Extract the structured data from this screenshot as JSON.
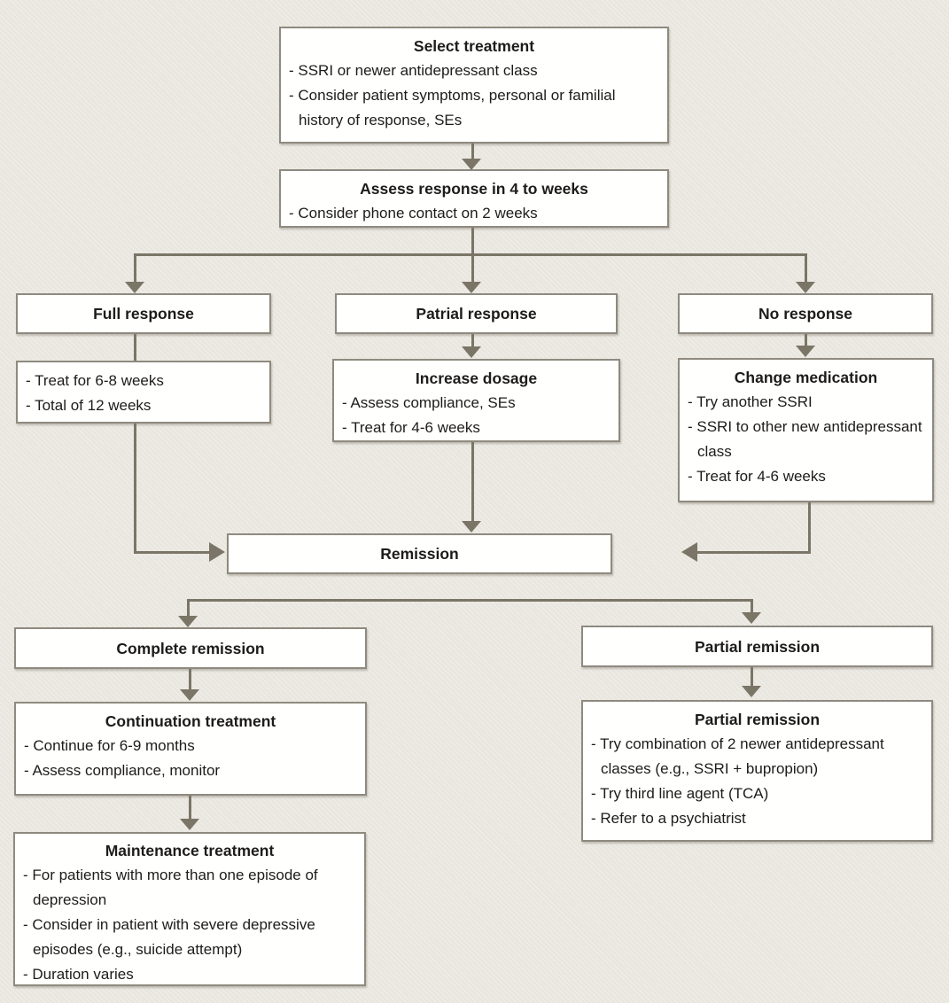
{
  "palette": {
    "background": "#e9e6df",
    "box_fill": "#fffffe",
    "box_border": "#8f8a7f",
    "connector": "#7b7567",
    "text": "#1d1c1a"
  },
  "boxes": {
    "select_treatment": {
      "title": "Select treatment",
      "bullets": [
        "- SSRI or newer antidepressant class",
        "- Consider patient symptoms, personal or familial history of response, SEs"
      ]
    },
    "assess_response": {
      "title": "Assess response in 4 to weeks",
      "bullets": [
        "- Consider phone contact on 2 weeks"
      ]
    },
    "full_response": {
      "title": "Full response"
    },
    "full_response_plan": {
      "bullets": [
        "- Treat for 6-8 weeks",
        "- Total of 12 weeks"
      ]
    },
    "partial_response": {
      "title": "Patrial response"
    },
    "increase_dosage": {
      "title": "Increase dosage",
      "bullets": [
        "- Assess compliance, SEs",
        "- Treat for 4-6 weeks"
      ]
    },
    "no_response": {
      "title": "No response"
    },
    "change_medication": {
      "title": "Change medication",
      "bullets": [
        "- Try another SSRI",
        "- SSRI to other new antidepressant class",
        "- Treat for 4-6 weeks"
      ]
    },
    "remission": {
      "title": "Remission"
    },
    "complete_remission": {
      "title": "Complete remission"
    },
    "continuation_treatment": {
      "title": "Continuation treatment",
      "bullets": [
        "- Continue for 6-9 months",
        "- Assess compliance, monitor"
      ]
    },
    "maintenance_treatment": {
      "title": "Maintenance treatment",
      "bullets": [
        "- For patients with more than one episode of depression",
        "- Consider in patient with severe depressive episodes (e.g., suicide attempt)",
        "- Duration varies"
      ]
    },
    "partial_remission_header": {
      "title": "Partial remission"
    },
    "partial_remission_plan": {
      "title": "Partial remission",
      "bullets": [
        "- Try combination of 2 newer antidepressant classes (e.g., SSRI + bupropion)",
        "- Try third line agent (TCA)",
        "- Refer to a psychiatrist"
      ]
    }
  }
}
